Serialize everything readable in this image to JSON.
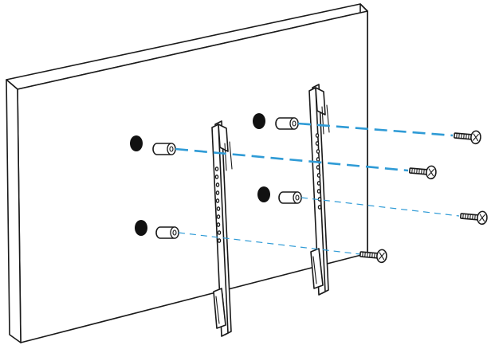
{
  "colors": {
    "guide_line": "#2f9bd6",
    "outline": "#1a1a1a",
    "background": "#ffffff",
    "hole_fill": "#111111"
  },
  "parts": {
    "panel": "tv-back-panel",
    "brackets": [
      "left-mounting-bracket",
      "right-mounting-bracket"
    ],
    "spacers": 4,
    "screws": 4,
    "mounting_holes": 4
  },
  "guides": [
    {
      "from": "upper-left-spacer",
      "to": "screw-2",
      "style": "bold-dashed"
    },
    {
      "from": "lower-left-spacer",
      "to": "screw-4",
      "style": "thin-dashed"
    },
    {
      "from": "upper-right-spacer",
      "to": "screw-1",
      "style": "bold-dashed"
    },
    {
      "from": "lower-right-spacer",
      "to": "screw-3",
      "style": "thin-dashed"
    }
  ]
}
